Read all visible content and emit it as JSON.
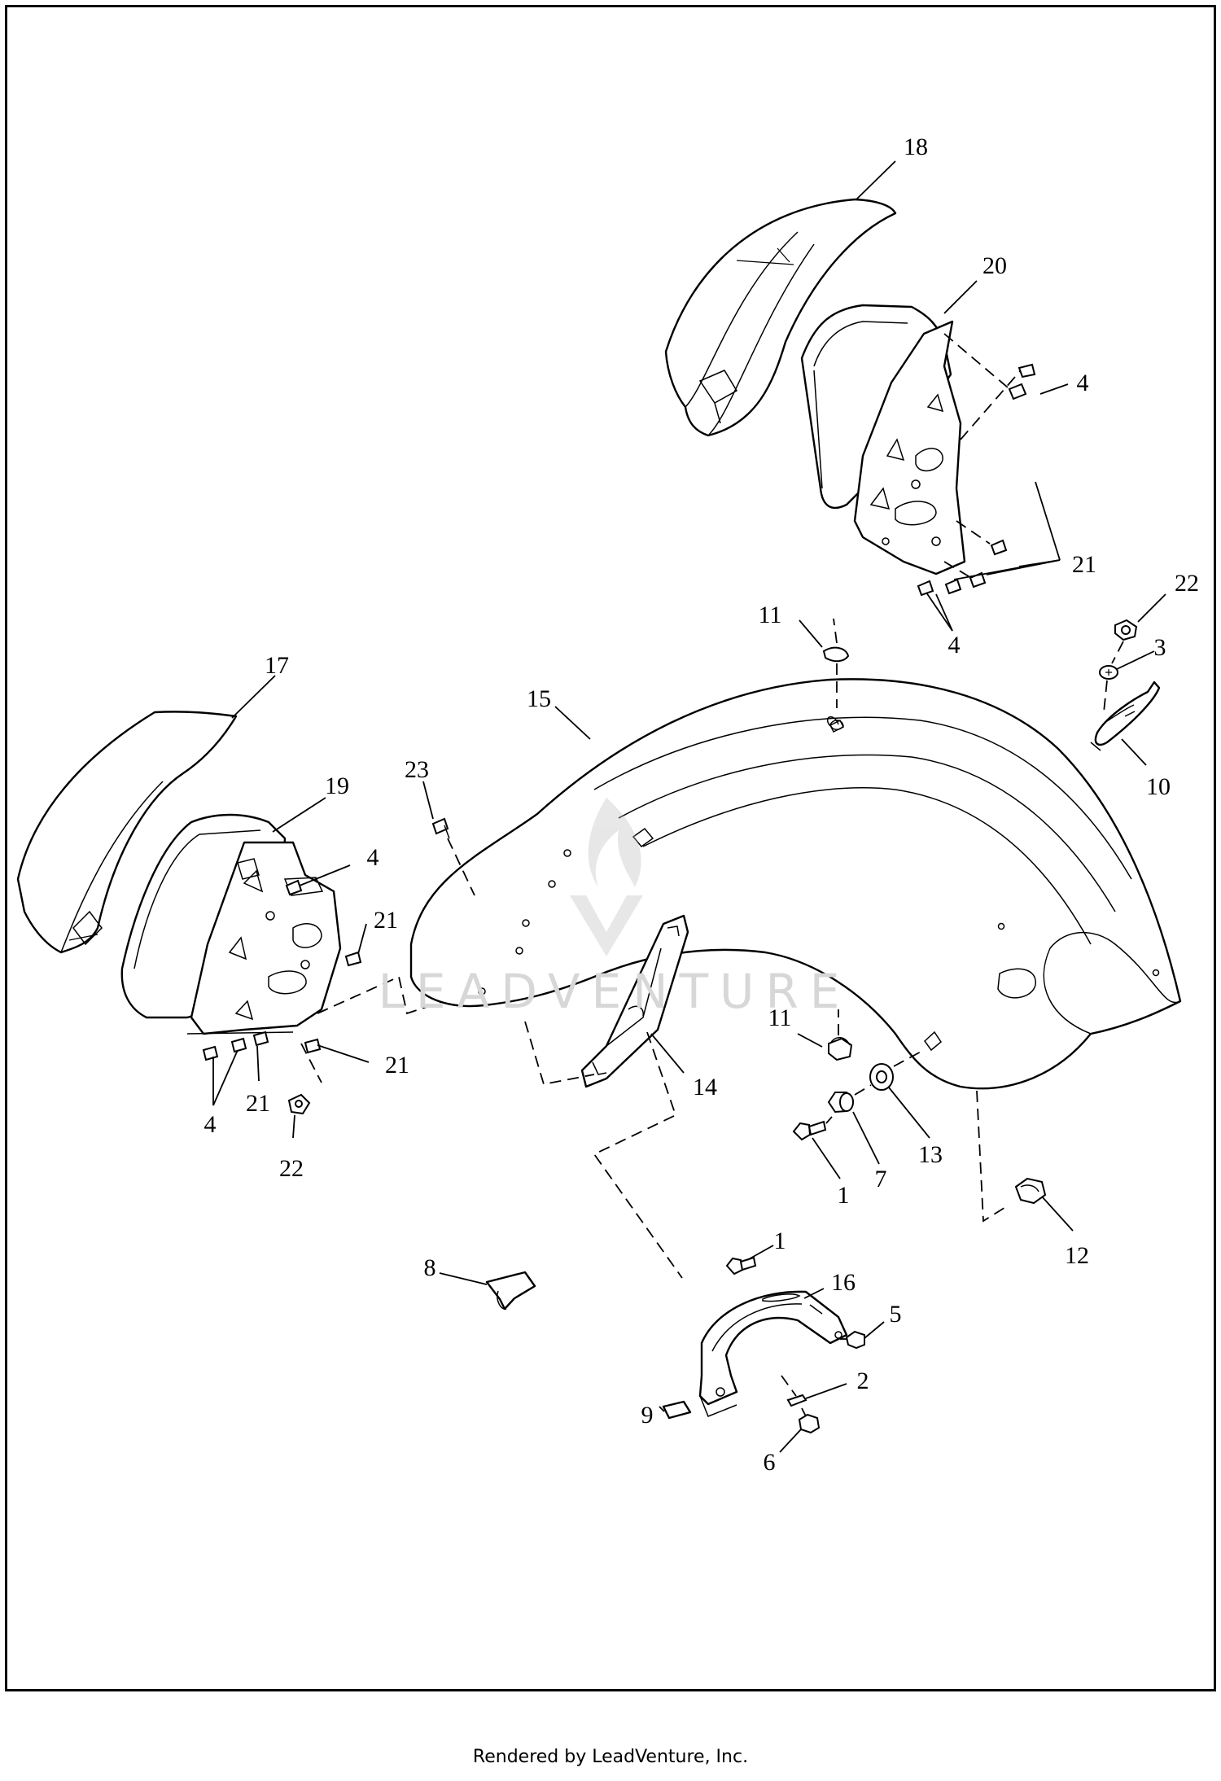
{
  "diagram": {
    "callouts": [
      "18",
      "20",
      "4",
      "4",
      "21",
      "22",
      "3",
      "10",
      "11",
      "15",
      "17",
      "23",
      "19",
      "4",
      "21",
      "21",
      "4",
      "21",
      "22",
      "14",
      "11",
      "13",
      "7",
      "1",
      "12",
      "8",
      "1",
      "16",
      "5",
      "2",
      "9",
      "6"
    ]
  },
  "watermark": {
    "text": "LEADVENTURE",
    "color": "#d7d7d7"
  },
  "footer": {
    "text": "Rendered by LeadVenture, Inc."
  },
  "colors": {
    "line": "#000000",
    "background": "#ffffff"
  }
}
